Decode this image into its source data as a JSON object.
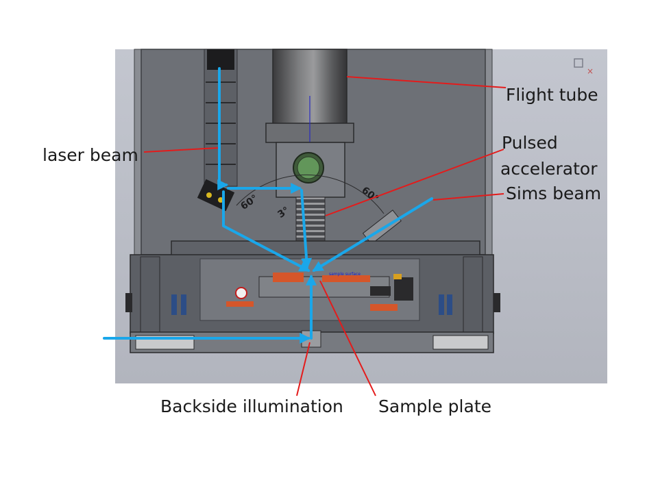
{
  "labels": {
    "flight_tube": "Flight tube",
    "pulsed": "Pulsed",
    "accelerator": "accelerator",
    "sims_beam": "Sims beam",
    "laser_beam": "laser beam",
    "backside_illumination": "Backside illumination",
    "sample_plate": "Sample plate"
  },
  "angles": {
    "left": "60°",
    "right": "60°",
    "center": "3°"
  },
  "cad_inner_text": "sample surface",
  "colors": {
    "beam": "#1aa7ea",
    "leader": "#e41b1b",
    "panel": "#bcbec6",
    "frame": "#5a5d63"
  }
}
